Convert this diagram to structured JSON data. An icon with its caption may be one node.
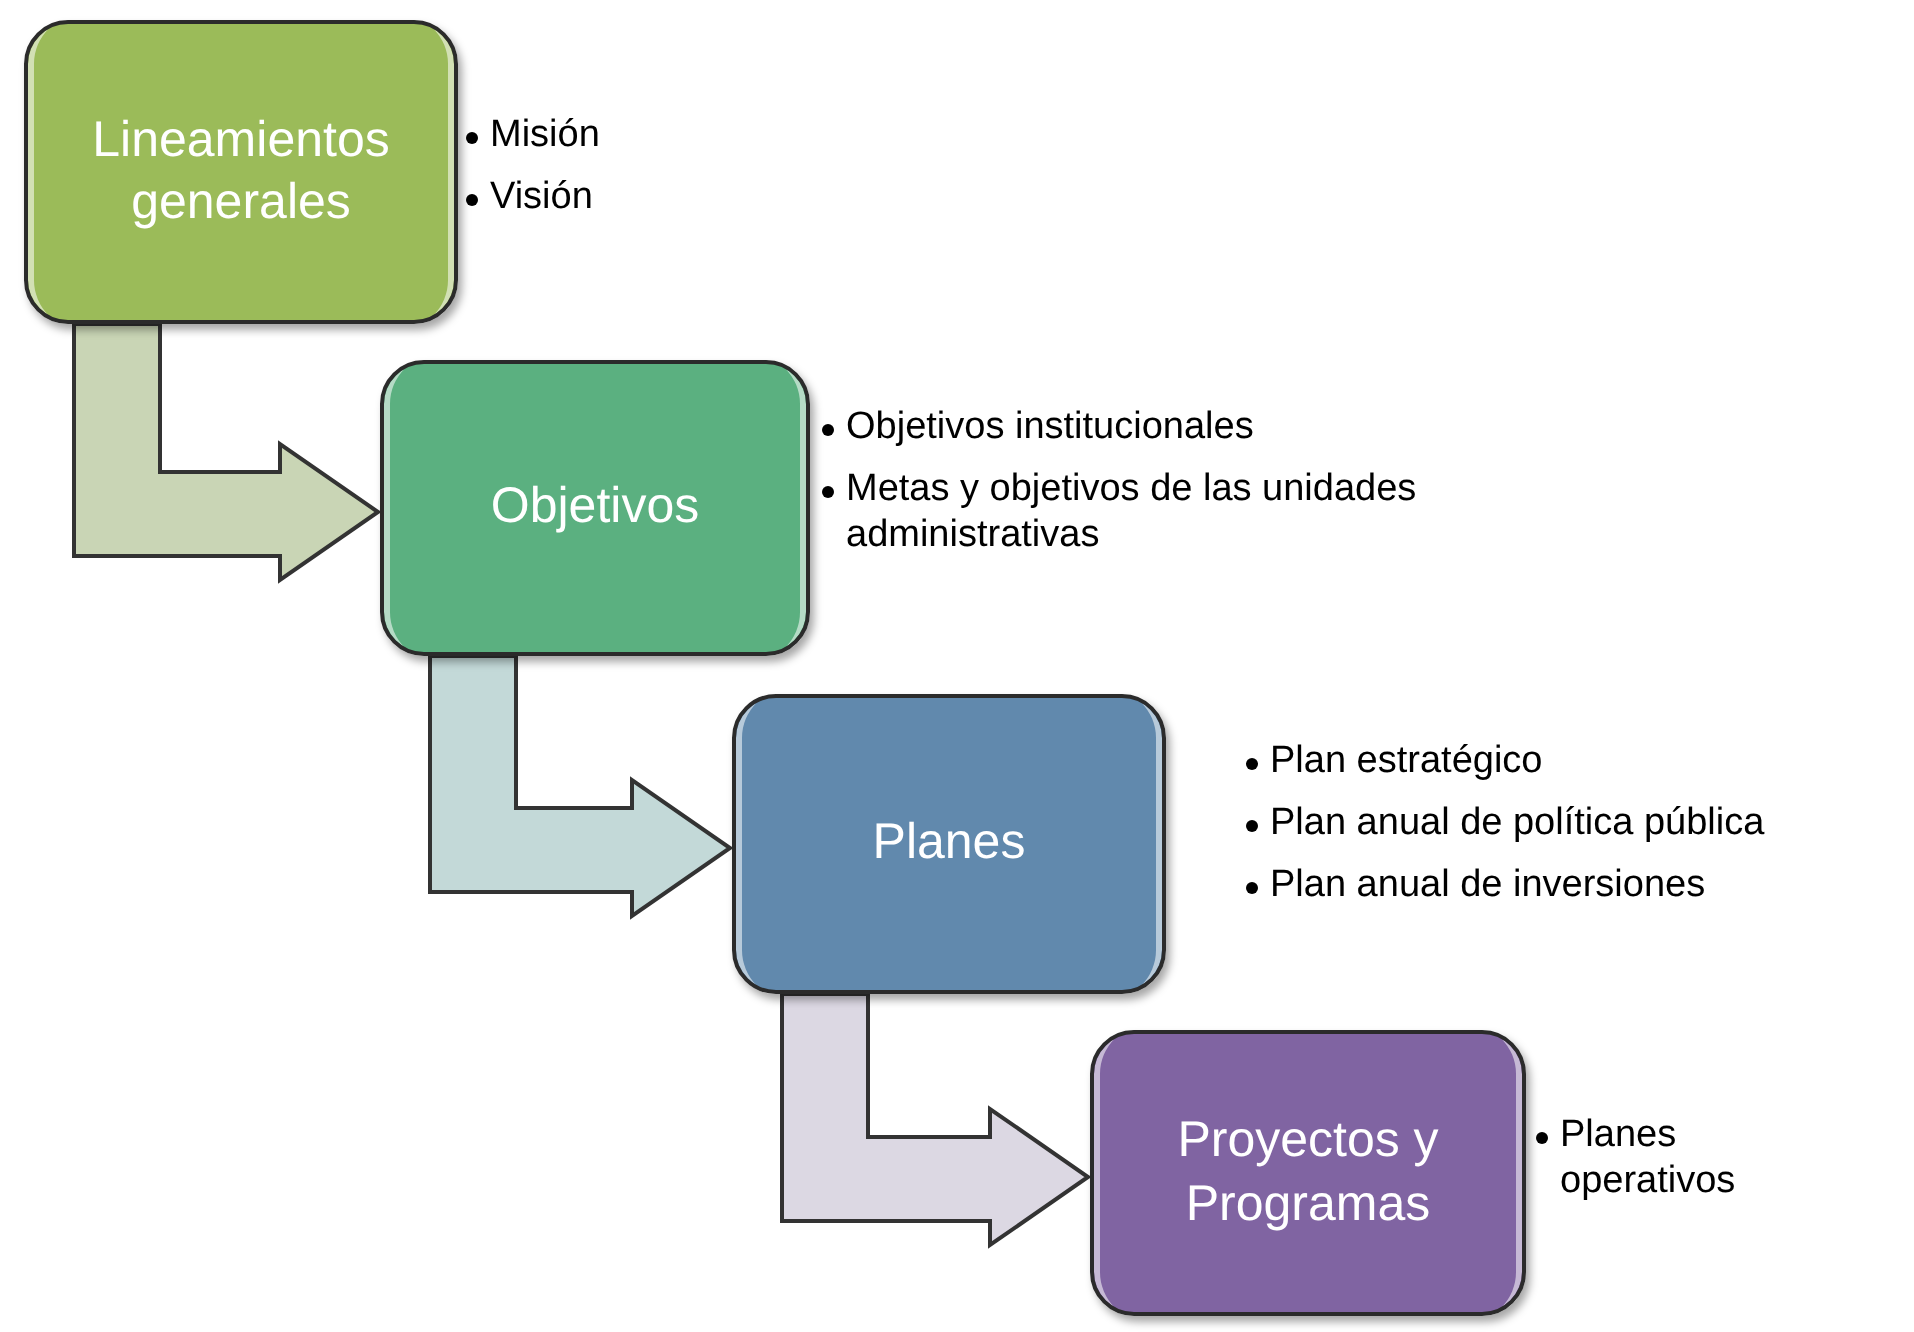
{
  "diagram": {
    "nodes": [
      {
        "text": [
          "Lineamientos generales"
        ],
        "beside": [
          "Misión",
          "Visión"
        ]
      },
      {
        "text": [
          "Objetivos"
        ],
        "beside": [
          "Objetivos institucionales",
          "Metas y objetivos de las unidades administrativas"
        ]
      },
      {
        "text": [
          "Planes"
        ],
        "beside": [
          "Plan estratégico",
          "Plan anual de política pública",
          "Plan anual de inversiones"
        ]
      },
      {
        "text": [
          "Proyectos y Programas"
        ],
        "beside": [
          "Planes operativos"
        ]
      }
    ],
    "edges": [
      {
        "from": 0,
        "to": 1,
        "arrow": "to",
        "color": "#c9d5b5"
      },
      {
        "from": 1,
        "to": 2,
        "arrow": "to",
        "color": "#c3d9d8"
      },
      {
        "from": 2,
        "to": 3,
        "arrow": "to",
        "color": "#dcd8e3"
      }
    ]
  }
}
